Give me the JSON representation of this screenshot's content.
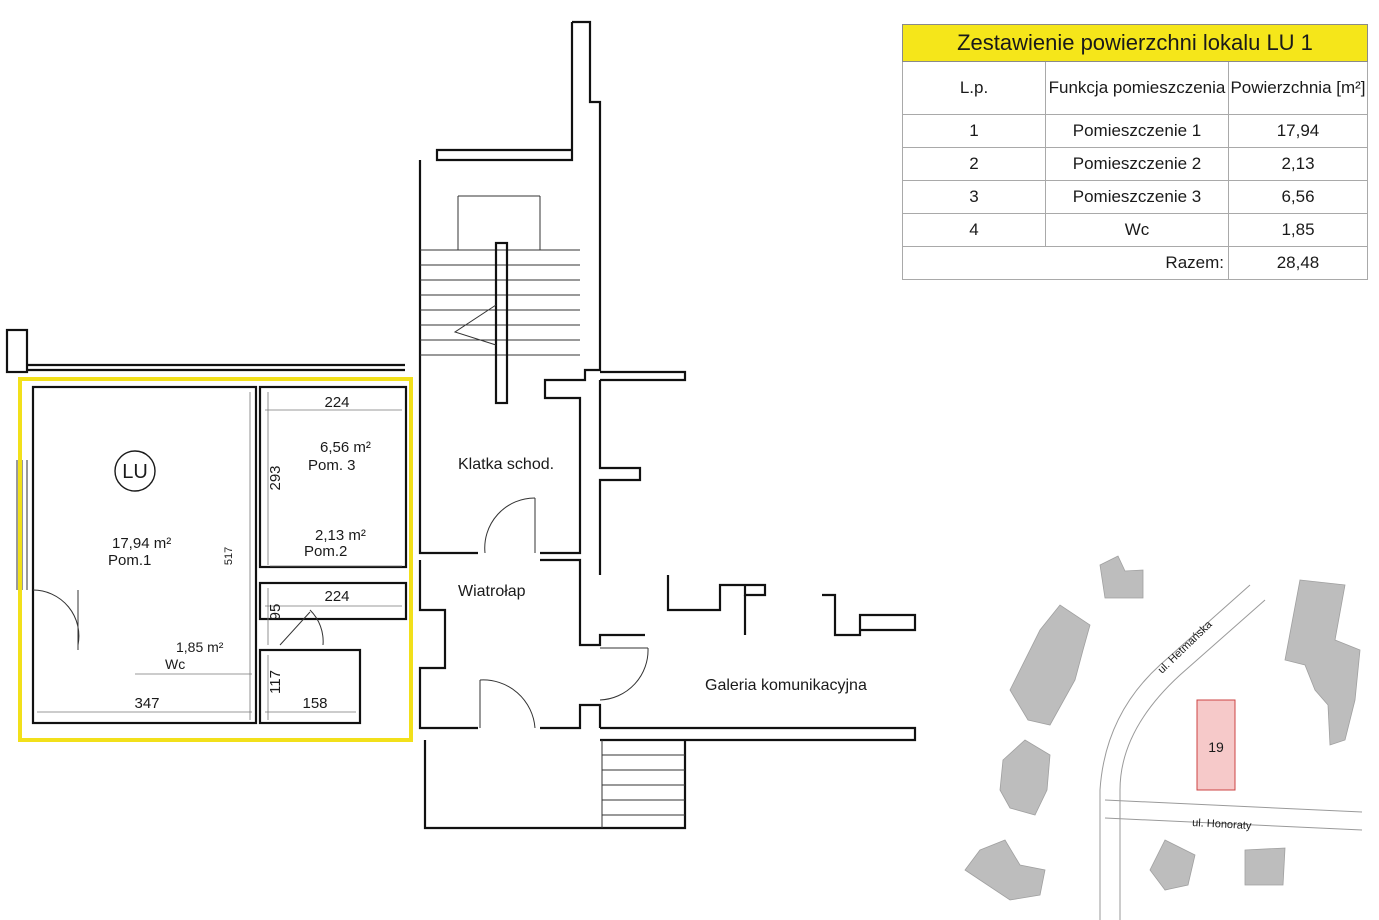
{
  "table": {
    "title": "Zestawienie powierzchni lokalu LU 1",
    "headers": [
      "L.p.",
      "Funkcja pomieszczenia",
      "Powierzchnia [m²]"
    ],
    "rows": [
      {
        "lp": "1",
        "name": "Pomieszczenie 1",
        "area": "17,94"
      },
      {
        "lp": "2",
        "name": "Pomieszczenie 2",
        "area": "2,13"
      },
      {
        "lp": "3",
        "name": "Pomieszczenie 3",
        "area": "6,56"
      },
      {
        "lp": "4",
        "name": "Wc",
        "area": "1,85"
      }
    ],
    "total_label": "Razem:",
    "total_value": "28,48"
  },
  "plan": {
    "unit_badge": "LU",
    "rooms": {
      "pom1": {
        "area": "17,94 m²",
        "name": "Pom.1"
      },
      "pom2": {
        "area": "2,13 m²",
        "name": "Pom.2"
      },
      "pom3": {
        "area": "6,56 m²",
        "name": "Pom. 3"
      },
      "wc": {
        "area": "1,85 m²",
        "name": "Wc"
      }
    },
    "dimensions": {
      "d224_top": "224",
      "d224_mid": "224",
      "d293": "293",
      "d517": "517",
      "d95": "95",
      "d117": "117",
      "d347": "347",
      "d158": "158"
    },
    "spaces": {
      "stairwell": "Klatka schod.",
      "vestibule": "Wiatrołap",
      "gallery": "Galeria komunikacyjna"
    }
  },
  "location_map": {
    "street1": "ul. Hetmańska",
    "street2": "ul. Honoraty",
    "building_number": "19"
  },
  "colors": {
    "highlight": "#f2e01a",
    "table_title_bg": "#f5e61a",
    "target_building": "#f6c9c9"
  }
}
